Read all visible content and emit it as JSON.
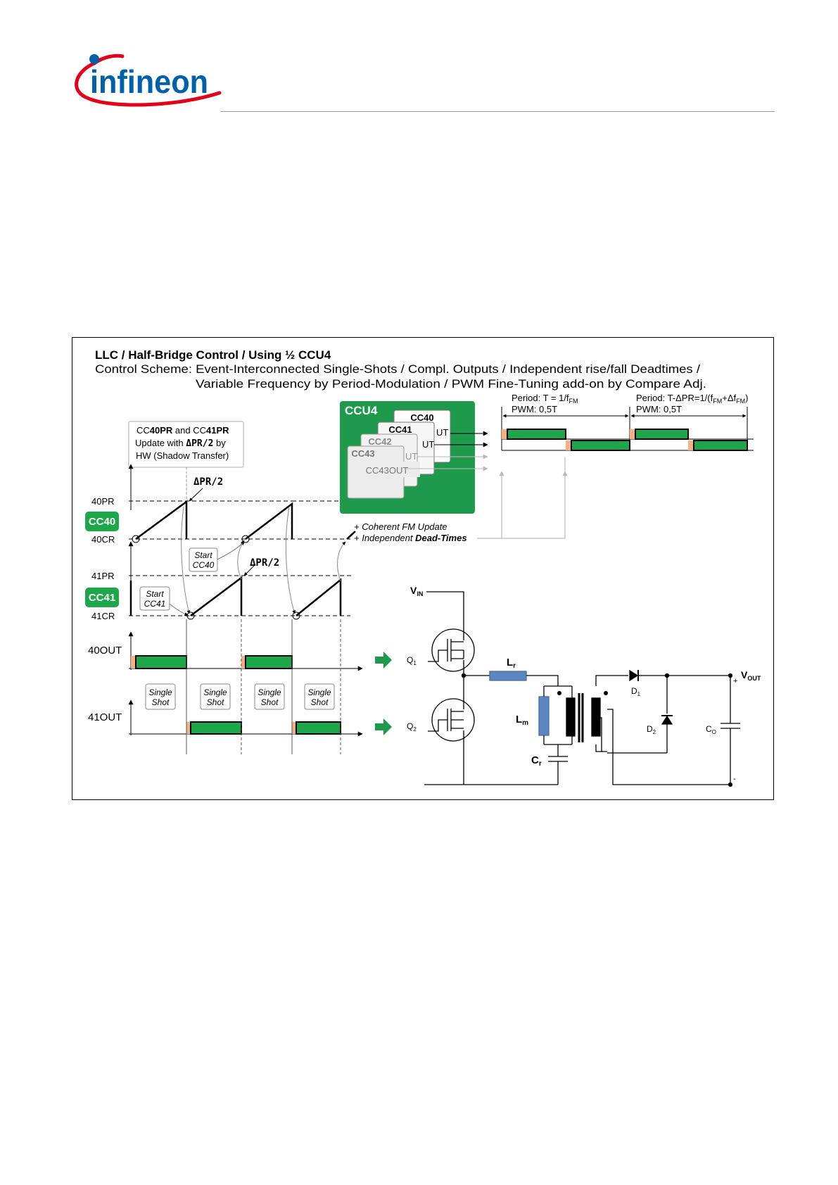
{
  "logo": {
    "text": "infineon"
  },
  "figure": {
    "title": "LLC / Half-Bridge Control / Using ½ CCU4",
    "subtitle_line1": "Control Scheme: Event-Interconnected Single-Shots / Compl. Outputs / Independent rise/fall Deadtimes /",
    "subtitle_line2": "Variable Frequency by Period-Modulation / PWM Fine-Tuning add-on by Compare Adj."
  },
  "shadow_note": {
    "line1_a": "CC",
    "line1_b": "40PR",
    "line1_c": " and CC",
    "line1_d": "41PR",
    "line2_a": "Update with ",
    "line2_b": "ΔPR/2",
    "line2_c": " by",
    "line3": "HW (Shadow Transfer)"
  },
  "timing": {
    "delta1": "ΔPR/2",
    "delta2": "ΔPR/2",
    "cc40_badge": "CC40",
    "cc41_badge": "CC41",
    "pr40": "40PR",
    "cr40": "40CR",
    "pr41": "41PR",
    "cr41": "41CR",
    "start_cc40": [
      "Start",
      "CC40"
    ],
    "start_cc41": [
      "Start",
      "CC41"
    ],
    "out40": "40OUT",
    "out41": "41OUT",
    "single_shots": [
      [
        "Single",
        "Shot"
      ],
      [
        "Single",
        "Shot"
      ],
      [
        "Single",
        "Shot"
      ],
      [
        "Single",
        "Shot"
      ]
    ]
  },
  "ccu4": {
    "title": "CCU4",
    "slices": [
      "CC40",
      "CC41",
      "CC42",
      "CC43"
    ],
    "out_fragments": [
      "UT",
      "UT",
      "UT"
    ],
    "cc43out": "CC43OUT",
    "notes": [
      "+  Coherent FM Update",
      "+  Independent "
    ],
    "note2_bold": "Dead-Times"
  },
  "period": {
    "p1_label": "Period: T = 1/f",
    "p1_sub": "FM",
    "p1_pwm": "PWM:   0,5T",
    "p2_label_a": "Period: T-ΔPR=1/(f",
    "p2_sub1": "FM",
    "p2_label_b": "+Δf",
    "p2_sub2": "FM",
    "p2_label_c": ")",
    "p2_pwm": "PWM:   0,5T"
  },
  "circuit": {
    "vin": "V",
    "vin_sub": "IN",
    "q1": "Q",
    "q1_sub": "1",
    "q2": "Q",
    "q2_sub": "2",
    "lr": "L",
    "lr_sub": "r",
    "lm": "L",
    "lm_sub": "m",
    "cr": "C",
    "cr_sub": "r",
    "d1": "D",
    "d1_sub": "1",
    "d2": "D",
    "d2_sub": "2",
    "co": "C",
    "co_sub": "O",
    "vout": "V",
    "vout_sub": "OUT",
    "plus": "+",
    "minus": "-"
  },
  "colors": {
    "logo_red": "#e2001a",
    "logo_blue": "#0060a8",
    "green_fill": "#1ea64a",
    "ccu4_box": "#1f9a4c",
    "deadtime": "#f4b183",
    "inductor_blue": "#5b86c0"
  }
}
